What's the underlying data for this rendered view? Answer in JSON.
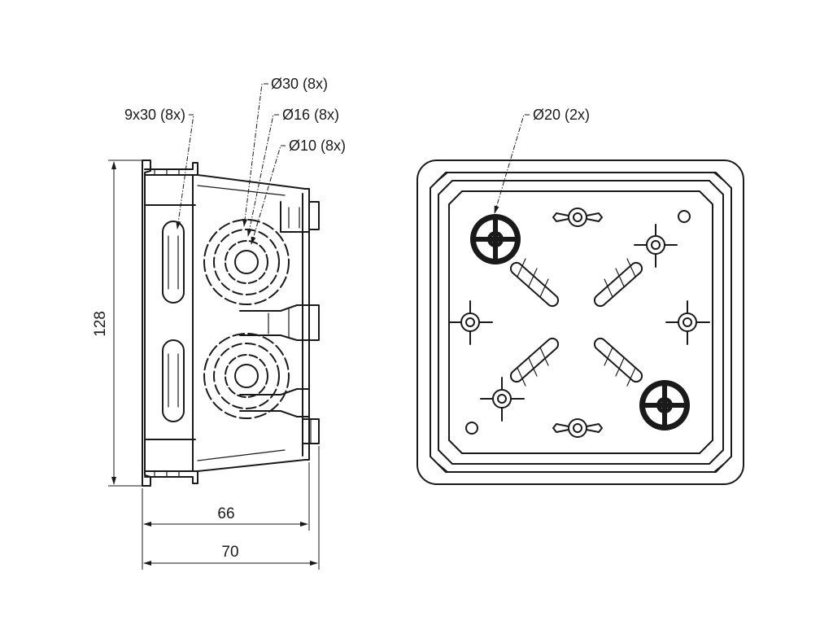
{
  "callouts": {
    "slot": "9x30 (8x)",
    "knockout_30": "Ø30 (8x)",
    "knockout_16": "Ø16 (8x)",
    "knockout_10": "Ø10 (8x)",
    "knockout_20": "Ø20 (2x)"
  },
  "dimensions": {
    "height": "128",
    "depth_inner": "66",
    "depth_outer": "70"
  },
  "colors": {
    "line": "#1a1a1a",
    "background": "#ffffff"
  }
}
